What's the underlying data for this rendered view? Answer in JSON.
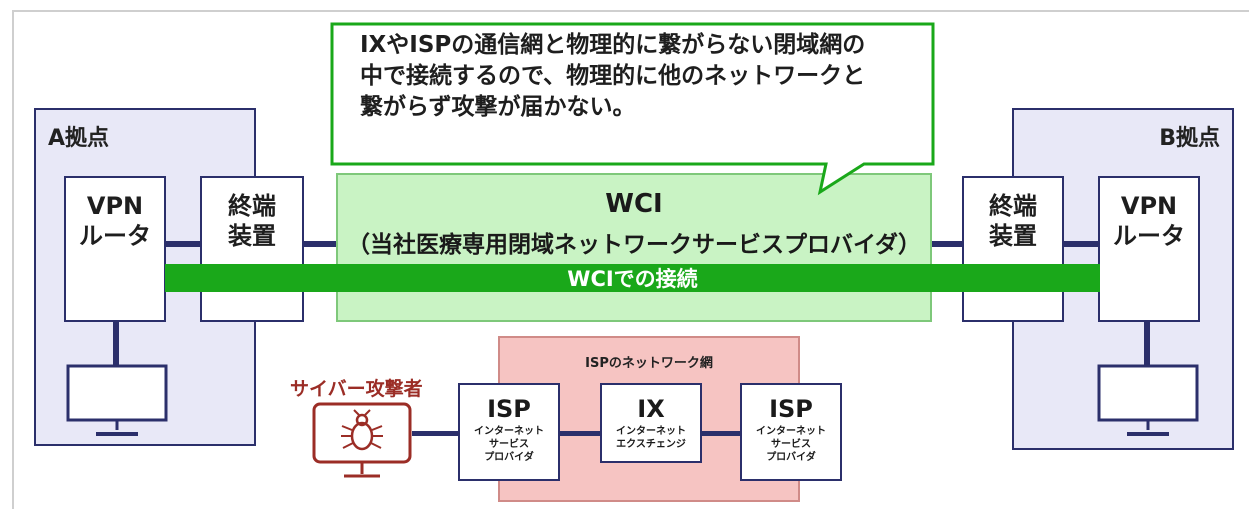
{
  "callout": {
    "text": "IXやISPの通信網と物理的に繋がらない閉域網の\n中で接続するので、物理的に他のネットワークと\n繋がらず攻撃が届かない。"
  },
  "site_a": {
    "label": "A拠点",
    "router": "VPN\nルータ",
    "terminal": "終端\n装置"
  },
  "site_b": {
    "label": "B拠点",
    "router": "VPN\nルータ",
    "terminal": "終端\n装置"
  },
  "wci": {
    "title": "WCI",
    "subtitle": "（当社医療専用閉域ネットワークサービスプロバイダ）",
    "connection_label": "WCIでの接続"
  },
  "isp_network": {
    "label": "ISPのネットワーク網",
    "isp_left": {
      "title": "ISP",
      "sub": "インターネット\nサービス\nプロバイダ"
    },
    "ix": {
      "title": "IX",
      "sub": "インターネット\nエクスチェンジ"
    },
    "isp_right": {
      "title": "ISP",
      "sub": "インターネット\nサービス\nプロバイダ"
    }
  },
  "attacker": {
    "label": "サイバー攻撃者",
    "icon": "bug-monitor-icon"
  },
  "colors": {
    "navy": "#2b2f6b",
    "site_fill": "#e8e8f7",
    "wci_fill": "#c9f3c4",
    "wci_bar": "#1aa81a",
    "isp_fill": "#f6c4c2",
    "attacker": "#9b2d26"
  }
}
